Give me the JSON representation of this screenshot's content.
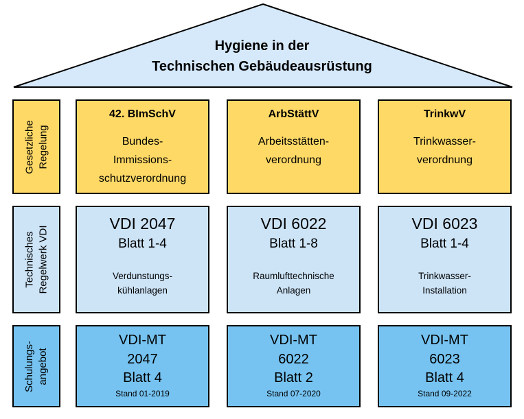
{
  "roof": {
    "title_line1": "Hygiene in der",
    "title_line2": "Technischen Gebäudeausrüstung"
  },
  "rows": [
    {
      "label_line1": "Gesetzliche",
      "label_line2": "Regelung",
      "boxes": [
        {
          "title": "42. BImSchV",
          "body": [
            "Bundes-",
            "Immissions-",
            "schutzverordnung"
          ]
        },
        {
          "title": "ArbStättV",
          "body": [
            "Arbeitsstätten-",
            "verordnung"
          ]
        },
        {
          "title": "TrinkwV",
          "body": [
            "Trinkwasser-",
            "verordnung"
          ]
        }
      ]
    },
    {
      "label_line1": "Technisches",
      "label_line2": "Regelwerk VDI",
      "boxes": [
        {
          "main": "VDI 2047",
          "blatt": "Blatt 1-4",
          "desc": [
            "Verdunstungs-",
            "kühlanlagen"
          ]
        },
        {
          "main": "VDI 6022",
          "blatt": "Blatt 1-8",
          "desc": [
            "Raumlufttechnische",
            "Anlagen"
          ]
        },
        {
          "main": "VDI 6023",
          "blatt": "Blatt 1-4",
          "desc": [
            "Trinkwasser-",
            "Installation"
          ]
        }
      ]
    },
    {
      "label_line1": "Schulungs-",
      "label_line2": "angebot",
      "boxes": [
        {
          "lines": [
            "VDI-MT",
            "2047",
            "Blatt 4"
          ],
          "stand": "Stand 01-2019"
        },
        {
          "lines": [
            "VDI-MT",
            "6022",
            "Blatt 2"
          ],
          "stand": "Stand 07-2020"
        },
        {
          "lines": [
            "VDI-MT",
            "6023",
            "Blatt 4"
          ],
          "stand": "Stand 09-2022"
        }
      ]
    }
  ],
  "colors": {
    "roof-fill": "#d6e9fb",
    "yellow": "#ffd966",
    "lightblue": "#cde4f7",
    "blue": "#76c3f1",
    "border": "#000000"
  }
}
